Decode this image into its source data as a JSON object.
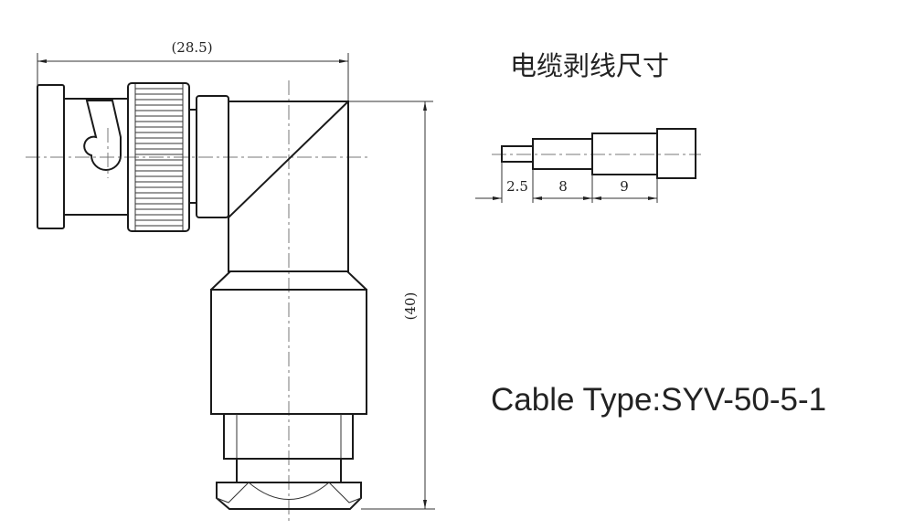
{
  "drawing": {
    "width_dimension": "(28.5)",
    "height_dimension": "(40)"
  },
  "strip": {
    "title": "电缆剥线尺寸",
    "dims": [
      "2.5",
      "8",
      "9"
    ]
  },
  "cable_type": "Cable Type:SYV-50-5-1"
}
